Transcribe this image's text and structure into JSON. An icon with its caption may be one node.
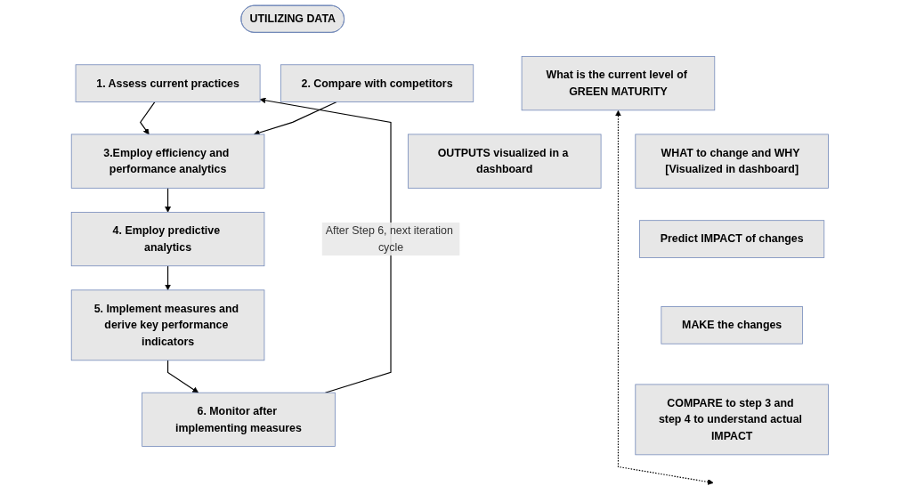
{
  "diagram": {
    "nodes": [
      {
        "text": [
          "UTILIZING DATA"
        ]
      },
      {
        "text": [
          "1. Assess current practices"
        ]
      },
      {
        "text": [
          "2. Compare with competitors"
        ]
      },
      {
        "text": [
          "What is the current level of GREEN MATURITY"
        ]
      },
      {
        "text": [
          "3.Employ efficiency and performance analytics"
        ]
      },
      {
        "text": [
          "WHAT to change and WHY [Visualized in dashboard]"
        ]
      },
      {
        "text": [
          "4. Employ predictive analytics"
        ]
      },
      {
        "text": [
          "Predict IMPACT of changes"
        ]
      },
      {
        "text": [
          "5. Implement measures and derive key performance indicators"
        ]
      },
      {
        "text": [
          "MAKE the changes"
        ]
      },
      {
        "text": [
          "6. Monitor after implementing measures"
        ]
      },
      {
        "text": [
          "COMPARE to step 3 and step 4 to understand actual IMPACT"
        ]
      },
      {
        "text": [
          "OUTPUTS visualized in a dashboard"
        ]
      }
    ],
    "edges": [
      {
        "from": 1,
        "to": 4,
        "arrow": "to"
      },
      {
        "from": 2,
        "to": 4,
        "arrow": "to"
      },
      {
        "from": 4,
        "to": 6,
        "arrow": "to"
      },
      {
        "from": 6,
        "to": 8,
        "arrow": "to"
      },
      {
        "from": 8,
        "to": 10,
        "arrow": "to"
      },
      {
        "from": 10,
        "to": 1,
        "arrow": "to",
        "label": "After Step 6, next iteration cycle"
      },
      {
        "from": 3,
        "to": null,
        "arrow": "both",
        "style": "dashed"
      }
    ]
  }
}
